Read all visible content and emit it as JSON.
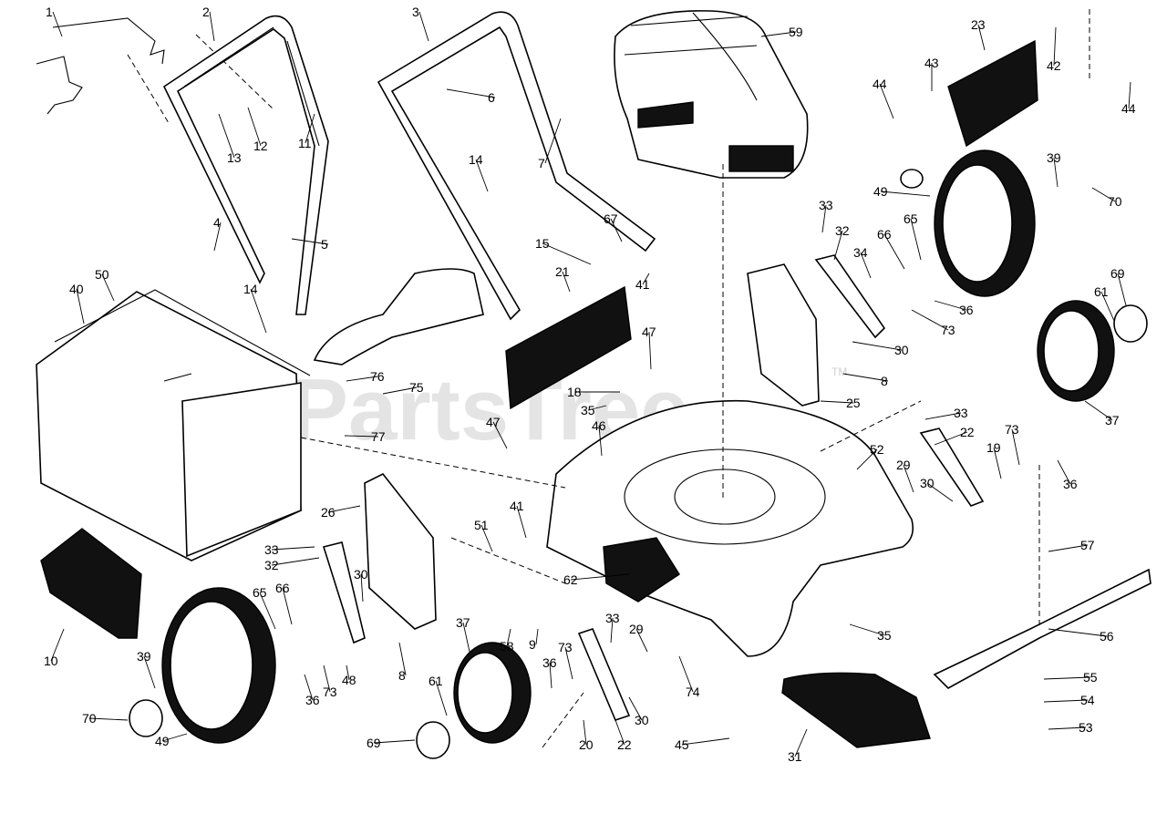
{
  "watermark": {
    "text": "PartsTree",
    "trademark": "TM"
  },
  "callouts": [
    {
      "id": "c1",
      "text": "1"
    },
    {
      "id": "c2",
      "text": "2"
    },
    {
      "id": "c3",
      "text": "3"
    },
    {
      "id": "c59",
      "text": "59"
    },
    {
      "id": "c23",
      "text": "23"
    },
    {
      "id": "c42",
      "text": "42"
    },
    {
      "id": "c43",
      "text": "43"
    },
    {
      "id": "c44a",
      "text": "44"
    },
    {
      "id": "c44b",
      "text": "44"
    },
    {
      "id": "c6",
      "text": "6"
    },
    {
      "id": "c12",
      "text": "12"
    },
    {
      "id": "c13",
      "text": "13"
    },
    {
      "id": "c11",
      "text": "11"
    },
    {
      "id": "c7",
      "text": "7"
    },
    {
      "id": "c14a",
      "text": "14"
    },
    {
      "id": "c39a",
      "text": "39"
    },
    {
      "id": "c70a",
      "text": "70"
    },
    {
      "id": "c49a",
      "text": "49"
    },
    {
      "id": "c33a",
      "text": "33"
    },
    {
      "id": "c32a",
      "text": "32"
    },
    {
      "id": "c66a",
      "text": "66"
    },
    {
      "id": "c65a",
      "text": "65"
    },
    {
      "id": "c34",
      "text": "34"
    },
    {
      "id": "c67",
      "text": "67"
    },
    {
      "id": "c4",
      "text": "4"
    },
    {
      "id": "c5",
      "text": "5"
    },
    {
      "id": "c15",
      "text": "15"
    },
    {
      "id": "c69a",
      "text": "69"
    },
    {
      "id": "c61a",
      "text": "61"
    },
    {
      "id": "c36a",
      "text": "36"
    },
    {
      "id": "c73a",
      "text": "73"
    },
    {
      "id": "c50",
      "text": "50"
    },
    {
      "id": "c40",
      "text": "40"
    },
    {
      "id": "c21",
      "text": "21"
    },
    {
      "id": "c41a",
      "text": "41"
    },
    {
      "id": "c14b",
      "text": "14"
    },
    {
      "id": "c47a",
      "text": "47"
    },
    {
      "id": "c30a",
      "text": "30"
    },
    {
      "id": "c8a",
      "text": "8"
    },
    {
      "id": "c76",
      "text": "76"
    },
    {
      "id": "c75",
      "text": "75"
    },
    {
      "id": "c18",
      "text": "18"
    },
    {
      "id": "c35a",
      "text": "35"
    },
    {
      "id": "c25",
      "text": "25"
    },
    {
      "id": "c37a",
      "text": "37"
    },
    {
      "id": "c33b",
      "text": "33"
    },
    {
      "id": "c47b",
      "text": "47"
    },
    {
      "id": "c46",
      "text": "46"
    },
    {
      "id": "c77",
      "text": "77"
    },
    {
      "id": "c22a",
      "text": "22"
    },
    {
      "id": "c73b",
      "text": "73"
    },
    {
      "id": "c52",
      "text": "52"
    },
    {
      "id": "c19",
      "text": "19"
    },
    {
      "id": "c29a",
      "text": "29"
    },
    {
      "id": "c30b",
      "text": "30"
    },
    {
      "id": "c36b",
      "text": "36"
    },
    {
      "id": "c26",
      "text": "26"
    },
    {
      "id": "c41b",
      "text": "41"
    },
    {
      "id": "c51",
      "text": "51"
    },
    {
      "id": "c57",
      "text": "57"
    },
    {
      "id": "c33c",
      "text": "33"
    },
    {
      "id": "c32b",
      "text": "32"
    },
    {
      "id": "c30c",
      "text": "30"
    },
    {
      "id": "c62",
      "text": "62"
    },
    {
      "id": "c65b",
      "text": "65"
    },
    {
      "id": "c66b",
      "text": "66"
    },
    {
      "id": "c10",
      "text": "10"
    },
    {
      "id": "c37b",
      "text": "37"
    },
    {
      "id": "c9",
      "text": "9"
    },
    {
      "id": "c58",
      "text": "58"
    },
    {
      "id": "c33d",
      "text": "33"
    },
    {
      "id": "c29b",
      "text": "29"
    },
    {
      "id": "c35b",
      "text": "35"
    },
    {
      "id": "c56",
      "text": "56"
    },
    {
      "id": "c39b",
      "text": "39"
    },
    {
      "id": "c36c",
      "text": "36"
    },
    {
      "id": "c73c",
      "text": "73"
    },
    {
      "id": "c48",
      "text": "48"
    },
    {
      "id": "c8b",
      "text": "8"
    },
    {
      "id": "c36d",
      "text": "36"
    },
    {
      "id": "c73d",
      "text": "73"
    },
    {
      "id": "c74",
      "text": "74"
    },
    {
      "id": "c55",
      "text": "55"
    },
    {
      "id": "c54",
      "text": "54"
    },
    {
      "id": "c70b",
      "text": "70"
    },
    {
      "id": "c61b",
      "text": "61"
    },
    {
      "id": "c30d",
      "text": "30"
    },
    {
      "id": "c31",
      "text": "31"
    },
    {
      "id": "c49b",
      "text": "49"
    },
    {
      "id": "c69b",
      "text": "69"
    },
    {
      "id": "c20",
      "text": "20"
    },
    {
      "id": "c22b",
      "text": "22"
    },
    {
      "id": "c45",
      "text": "45"
    },
    {
      "id": "c53",
      "text": "53"
    }
  ]
}
